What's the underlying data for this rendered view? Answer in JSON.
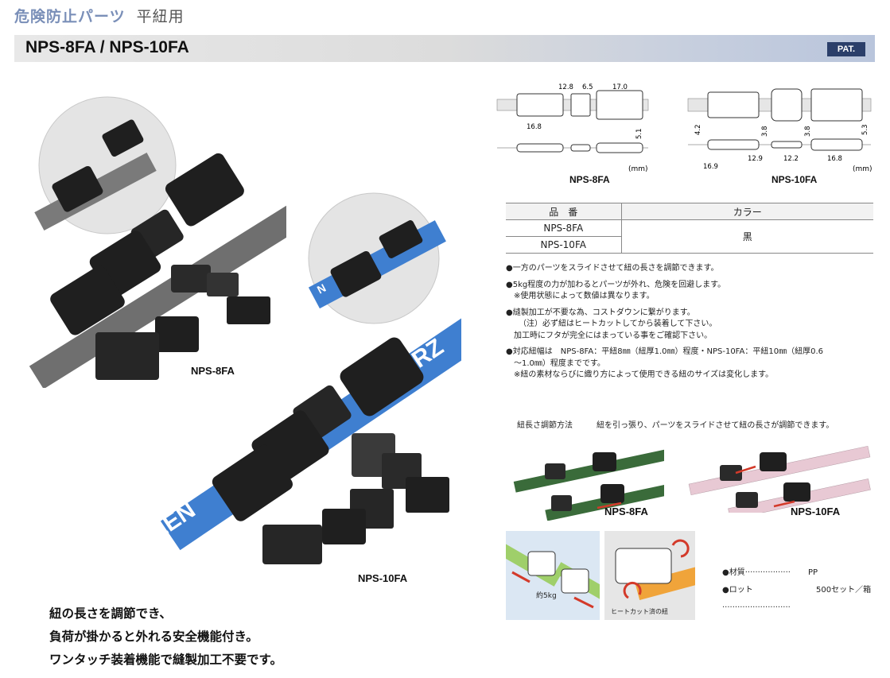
{
  "header": {
    "category": "危険防止パーツ",
    "subtitle": "平紐用",
    "model": "NPS-8FA / NPS-10FA",
    "pat": "PAT."
  },
  "photos": {
    "nps8_label": "NPS-8FA",
    "nps10_label": "NPS-10FA",
    "strap_text_left": "ZEN",
    "strap_text_right": "ERZ",
    "strap_text_small": "N"
  },
  "catchphrase": [
    "紐の長さを調節でき、",
    "負荷が掛かると外れる安全機能付き。",
    "ワンタッチ装着機能で縫製加工不要です。"
  ],
  "drawings": {
    "nps8": {
      "label": "NPS-8FA",
      "mm": "(mm)",
      "d1": "12.8",
      "d2": "6.5",
      "d3": "17.0",
      "d4": "16.8",
      "d5": "5.1"
    },
    "nps10": {
      "label": "NPS-10FA",
      "mm": "(mm)",
      "d1": "4.2",
      "d2": "3.8",
      "d3": "3.8",
      "d4": "5.3",
      "d5": "16.9",
      "d6": "12.9",
      "d7": "12.2",
      "d8": "16.8"
    }
  },
  "table": {
    "headers": [
      "品　番",
      "カラー"
    ],
    "rows": [
      "NPS-8FA",
      "NPS-10FA"
    ],
    "color": "黒"
  },
  "notes": [
    "●一方のパーツをスライドさせて紐の長さを調節できます。",
    "●5kg程度の力が加わるとパーツが外れ、危険を回避します。",
    "※使用状態によって数値は異なります。",
    "●縫製加工が不要な為、コストダウンに繋がります。",
    "（注）必ず紐はヒートカットしてから装着して下さい。",
    "加工時にフタが完全にはまっている事をご確認下さい。",
    "●対応紐幅は　NPS-8FA：平紐8㎜（紐厚1.0㎜）程度・NPS-10FA：平紐10㎜（紐厚0.6",
    "〜1.0㎜）程度までです。",
    "※紐の素材ならびに織り方によって使用できる紐のサイズは変化します。"
  ],
  "adjust": {
    "title": "紐長さ調節方法",
    "desc": "紐を引っ張り、パーツをスライドさせて紐の長さが調節できます。",
    "label8": "NPS-8FA",
    "label10": "NPS-10FA"
  },
  "usage": {
    "force": "約5kg",
    "heatcut": "ヒートカット済の紐"
  },
  "spec": {
    "material_key": "●材質··················",
    "material_val": "PP",
    "lot_key": "●ロット···························",
    "lot_val": "500セット／箱"
  },
  "colors": {
    "gray_strap": "#6f6f6f",
    "blue_strap": "#3f7fd0",
    "part_black": "#1f1f1f",
    "green_strap": "#3a6b3a",
    "pink_strap": "#e8c9d4",
    "arrow_red": "#d33a2a"
  }
}
